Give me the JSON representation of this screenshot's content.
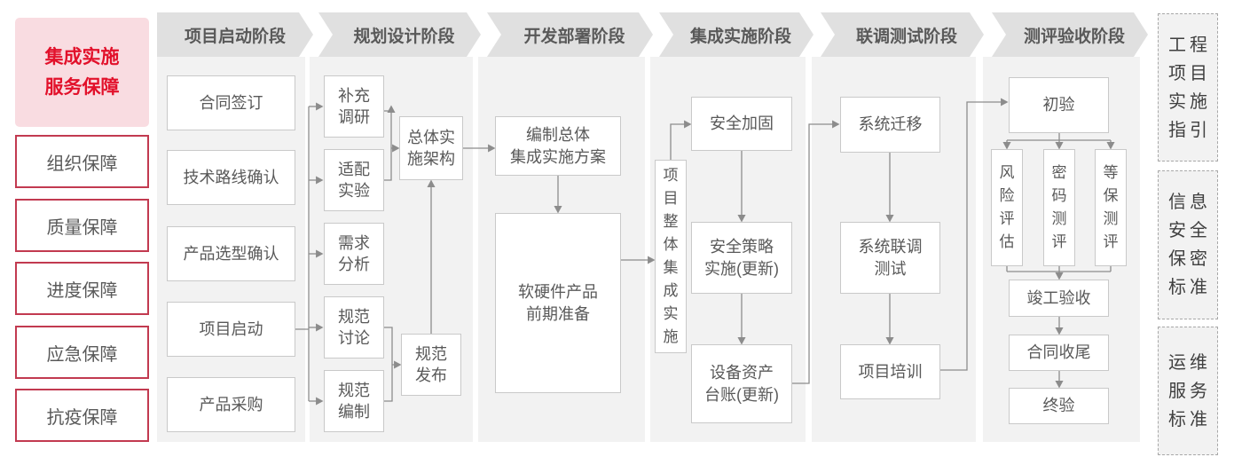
{
  "sidebar": {
    "header": {
      "lines": [
        "集成实施",
        "服务保障"
      ]
    },
    "items": [
      {
        "label": "组织保障"
      },
      {
        "label": "质量保障"
      },
      {
        "label": "进度保障"
      },
      {
        "label": "应急保障"
      },
      {
        "label": "抗疫保障"
      }
    ]
  },
  "phases": [
    {
      "label": "项目启动阶段"
    },
    {
      "label": "规划设计阶段"
    },
    {
      "label": "开发部署阶段"
    },
    {
      "label": "集成实施阶段"
    },
    {
      "label": "联调测试阶段"
    },
    {
      "label": "测评验收阶段"
    }
  ],
  "nodes": {
    "contract_signing": {
      "label": "合同签订"
    },
    "tech_route_confirm": {
      "label": "技术路线确认"
    },
    "product_selection_confirm": {
      "label": "产品选型确认"
    },
    "project_kickoff": {
      "label": "项目启动"
    },
    "product_procurement": {
      "label": "产品采购"
    },
    "supplementary_research": {
      "lines": [
        "补充",
        "调研"
      ]
    },
    "adaptation_test": {
      "lines": [
        "适配",
        "实验"
      ]
    },
    "requirements_analysis": {
      "lines": [
        "需求",
        "分析"
      ]
    },
    "spec_discussion": {
      "lines": [
        "规范",
        "讨论"
      ]
    },
    "spec_drafting": {
      "lines": [
        "规范",
        "编制"
      ]
    },
    "overall_architecture": {
      "lines": [
        "总体实",
        "施架构"
      ]
    },
    "spec_release": {
      "lines": [
        "规范",
        "发布"
      ]
    },
    "integration_plan": {
      "lines": [
        "编制总体",
        "集成实施方案"
      ]
    },
    "product_preparation": {
      "lines": [
        "软硬件产品",
        "前期准备"
      ]
    },
    "overall_integration": {
      "label": "项目整体集成实施"
    },
    "security_hardening": {
      "label": "安全加固"
    },
    "security_policy": {
      "lines": [
        "安全策略",
        "实施(更新)"
      ]
    },
    "asset_ledger": {
      "lines": [
        "设备资产",
        "台账(更新)"
      ]
    },
    "system_migration": {
      "label": "系统迁移"
    },
    "joint_testing": {
      "lines": [
        "系统联调",
        "测试"
      ]
    },
    "project_training": {
      "label": "项目培训"
    },
    "preliminary_acceptance": {
      "label": "初验"
    },
    "risk_assessment": {
      "label": "风险评估"
    },
    "crypto_evaluation": {
      "label": "密码测评"
    },
    "mlps_evaluation": {
      "label": "等保测评"
    },
    "completion_acceptance": {
      "label": "竣工验收"
    },
    "contract_closure": {
      "label": "合同收尾"
    },
    "final_acceptance": {
      "label": "终验"
    }
  },
  "standards": [
    {
      "full": "工程项目实施指引",
      "rows": [
        "工程",
        "项目",
        "实施",
        "指引"
      ]
    },
    {
      "full": "信息安全保密标准",
      "rows": [
        "信息",
        "安全",
        "保密",
        "标准"
      ]
    },
    {
      "full": "运维服务标准",
      "rows": [
        "运维",
        "服务",
        "标准"
      ]
    }
  ],
  "colors": {
    "accent_red": "#e2112b",
    "red_border": "#c23a50",
    "pink_bg": "#f9dce1",
    "panel_gray": "#f2f2f2",
    "header_gray": "#e0e0e0",
    "box_border": "#c9c9c9",
    "line_gray": "#8c8c8c",
    "text_gray": "#595959",
    "standards_text": "#3f3f3f"
  }
}
